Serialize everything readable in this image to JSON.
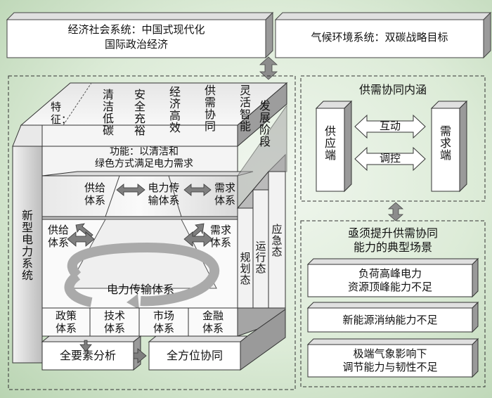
{
  "top": {
    "economy": [
      "经济社会系统：中国式现代化",
      "国际政治经济"
    ],
    "climate": "气候环境系统：双碳战略目标"
  },
  "features": {
    "label": "特征：",
    "items": [
      "清洁低碳",
      "安全充裕",
      "经济高效",
      "供需协同",
      "灵活智能"
    ],
    "stage": "发展阶段"
  },
  "function_text": [
    "功能：以清洁和",
    "绿色方式满足电力需求"
  ],
  "system_name": "新型电力系统",
  "upper_layer": {
    "supply": [
      "供给",
      "体系"
    ],
    "transmission": [
      "电力传",
      "输体系"
    ],
    "demand": [
      "需求",
      "体系"
    ]
  },
  "lower_layer": {
    "supply": [
      "供给",
      "体系"
    ],
    "demand": [
      "需求",
      "体系"
    ],
    "center": "电力传输体系"
  },
  "states": [
    "规划态",
    "运行态",
    "应急态"
  ],
  "support": [
    [
      "政策",
      "体系"
    ],
    [
      "技术",
      "体系"
    ],
    [
      "市场",
      "体系"
    ],
    [
      "金融",
      "体系"
    ]
  ],
  "bottom": {
    "analysis": "全要素分析",
    "synergy": "全方位协同"
  },
  "coordination": {
    "title": "供需协同内涵",
    "supply_side": "供应端",
    "demand_side": "需求端",
    "interact": "互动",
    "regulate": "调控"
  },
  "scenarios": {
    "title": [
      "亟须提升供需协同",
      "能力的典型场景"
    ],
    "items": [
      [
        "负荷高峰电力",
        "资源顶峰能力不足"
      ],
      [
        "新能源消纳能力不足"
      ],
      [
        "极端气象影响下",
        "调节能力与韧性不足"
      ]
    ]
  }
}
